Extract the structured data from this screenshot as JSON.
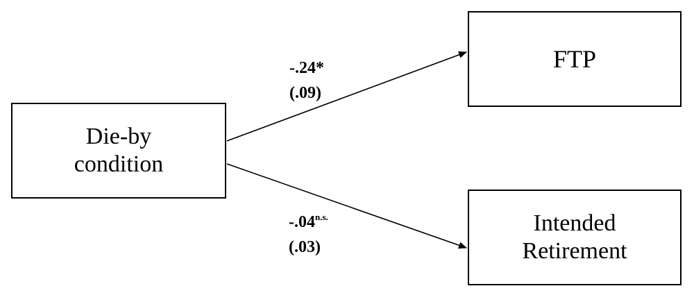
{
  "nodes": {
    "predictor": {
      "line1": "Die-by",
      "line2": "condition"
    },
    "outcome_top": {
      "label": "FTP"
    },
    "outcome_bottom": {
      "line1": "Intended",
      "line2": "Retirement"
    }
  },
  "paths": {
    "to_top": {
      "coefficient": "-.24",
      "significance": "*",
      "se": "(.09)"
    },
    "to_bottom": {
      "coefficient": "-.04",
      "significance": "n.s.",
      "se": "(.03)"
    }
  }
}
